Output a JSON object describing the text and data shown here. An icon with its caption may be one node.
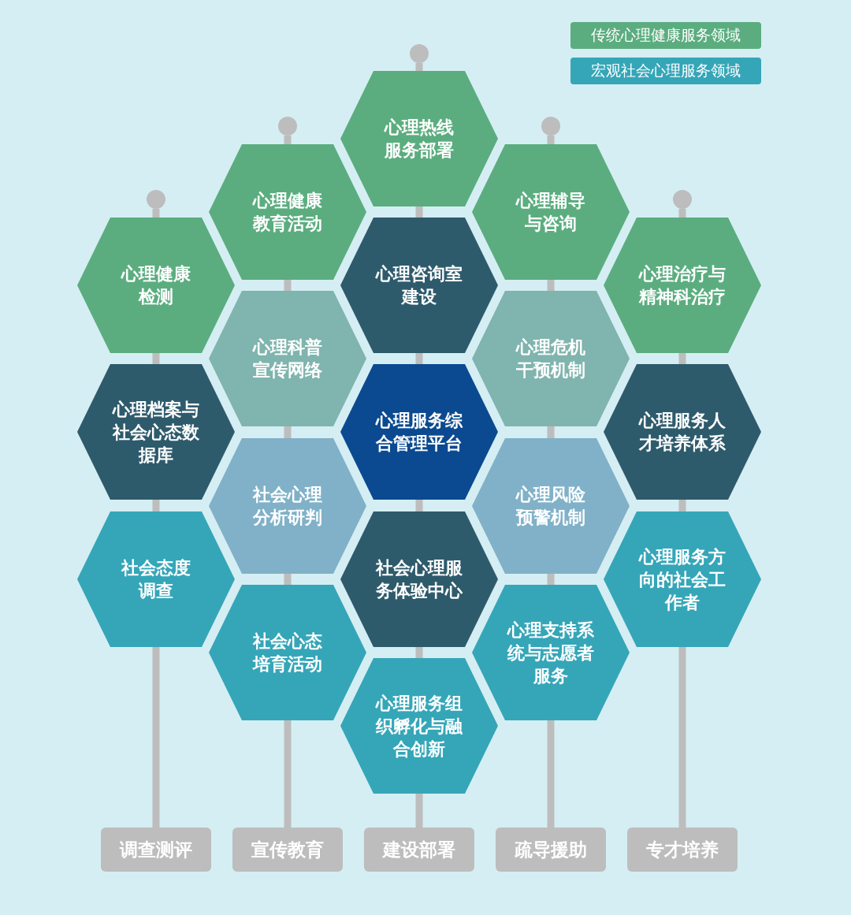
{
  "diagram": {
    "nodes": [
      {
        "text": [
          "心理热线服务部署"
        ]
      },
      {
        "text": [
          "心理健康教育活动"
        ]
      },
      {
        "text": [
          "心理辅导与咨询"
        ]
      },
      {
        "text": [
          "心理健康检测"
        ]
      },
      {
        "text": [
          "心理咨询室建设"
        ]
      },
      {
        "text": [
          "心理治疗与精神科治疗"
        ]
      },
      {
        "text": [
          "心理科普宣传网络"
        ]
      },
      {
        "text": [
          "心理危机干预机制"
        ]
      },
      {
        "text": [
          "心理档案与社会心态数据库"
        ]
      },
      {
        "text": [
          "心理服务综合管理平台"
        ]
      },
      {
        "text": [
          "心理服务人才培养体系"
        ]
      },
      {
        "text": [
          "社会心理分析研判"
        ]
      },
      {
        "text": [
          "心理风险预警机制"
        ]
      },
      {
        "text": [
          "社会态度调查"
        ]
      },
      {
        "text": [
          "社会心理服务体验中心"
        ]
      },
      {
        "text": [
          "心理服务方向的社会工作者"
        ]
      },
      {
        "text": [
          "社会心态培育活动"
        ]
      },
      {
        "text": [
          "心理支持系统与志愿者服务"
        ]
      },
      {
        "text": [
          "心理服务组织孵化与融合创新"
        ]
      },
      {
        "text": [
          "调查测评"
        ]
      },
      {
        "text": [
          "宣传教育"
        ]
      },
      {
        "text": [
          "建设部署"
        ]
      },
      {
        "text": [
          "疏导援助"
        ]
      },
      {
        "text": [
          "专才培养"
        ]
      },
      {
        "text": [],
        "shape": "circle"
      },
      {
        "text": [],
        "shape": "circle"
      },
      {
        "text": [],
        "shape": "circle"
      },
      {
        "text": [],
        "shape": "circle"
      },
      {
        "text": [],
        "shape": "circle"
      }
    ],
    "edges": [
      {
        "from": 24,
        "to": 3,
        "arrow": "none"
      },
      {
        "from": 3,
        "to": 8,
        "arrow": "none"
      },
      {
        "from": 8,
        "to": 13,
        "arrow": "none"
      },
      {
        "from": 13,
        "to": 19,
        "arrow": "none"
      },
      {
        "from": 25,
        "to": 1,
        "arrow": "none"
      },
      {
        "from": 1,
        "to": 6,
        "arrow": "none"
      },
      {
        "from": 6,
        "to": 11,
        "arrow": "none"
      },
      {
        "from": 11,
        "to": 16,
        "arrow": "none"
      },
      {
        "from": 16,
        "to": 20,
        "arrow": "none"
      },
      {
        "from": 26,
        "to": 0,
        "arrow": "none"
      },
      {
        "from": 0,
        "to": 4,
        "arrow": "none"
      },
      {
        "from": 4,
        "to": 9,
        "arrow": "none"
      },
      {
        "from": 9,
        "to": 14,
        "arrow": "none"
      },
      {
        "from": 14,
        "to": 18,
        "arrow": "none"
      },
      {
        "from": 18,
        "to": 21,
        "arrow": "none"
      },
      {
        "from": 27,
        "to": 2,
        "arrow": "none"
      },
      {
        "from": 2,
        "to": 7,
        "arrow": "none"
      },
      {
        "from": 7,
        "to": 12,
        "arrow": "none"
      },
      {
        "from": 12,
        "to": 17,
        "arrow": "none"
      },
      {
        "from": 17,
        "to": 22,
        "arrow": "none"
      },
      {
        "from": 28,
        "to": 5,
        "arrow": "none"
      },
      {
        "from": 5,
        "to": 10,
        "arrow": "none"
      },
      {
        "from": 10,
        "to": 15,
        "arrow": "none"
      },
      {
        "from": 15,
        "to": 23,
        "arrow": "none"
      }
    ],
    "legend": [
      {
        "text": "传统心理健康服务领域",
        "color": "#5bad7f"
      },
      {
        "text": "宏观社会心理服务领域",
        "color": "#35a6b8"
      }
    ]
  }
}
